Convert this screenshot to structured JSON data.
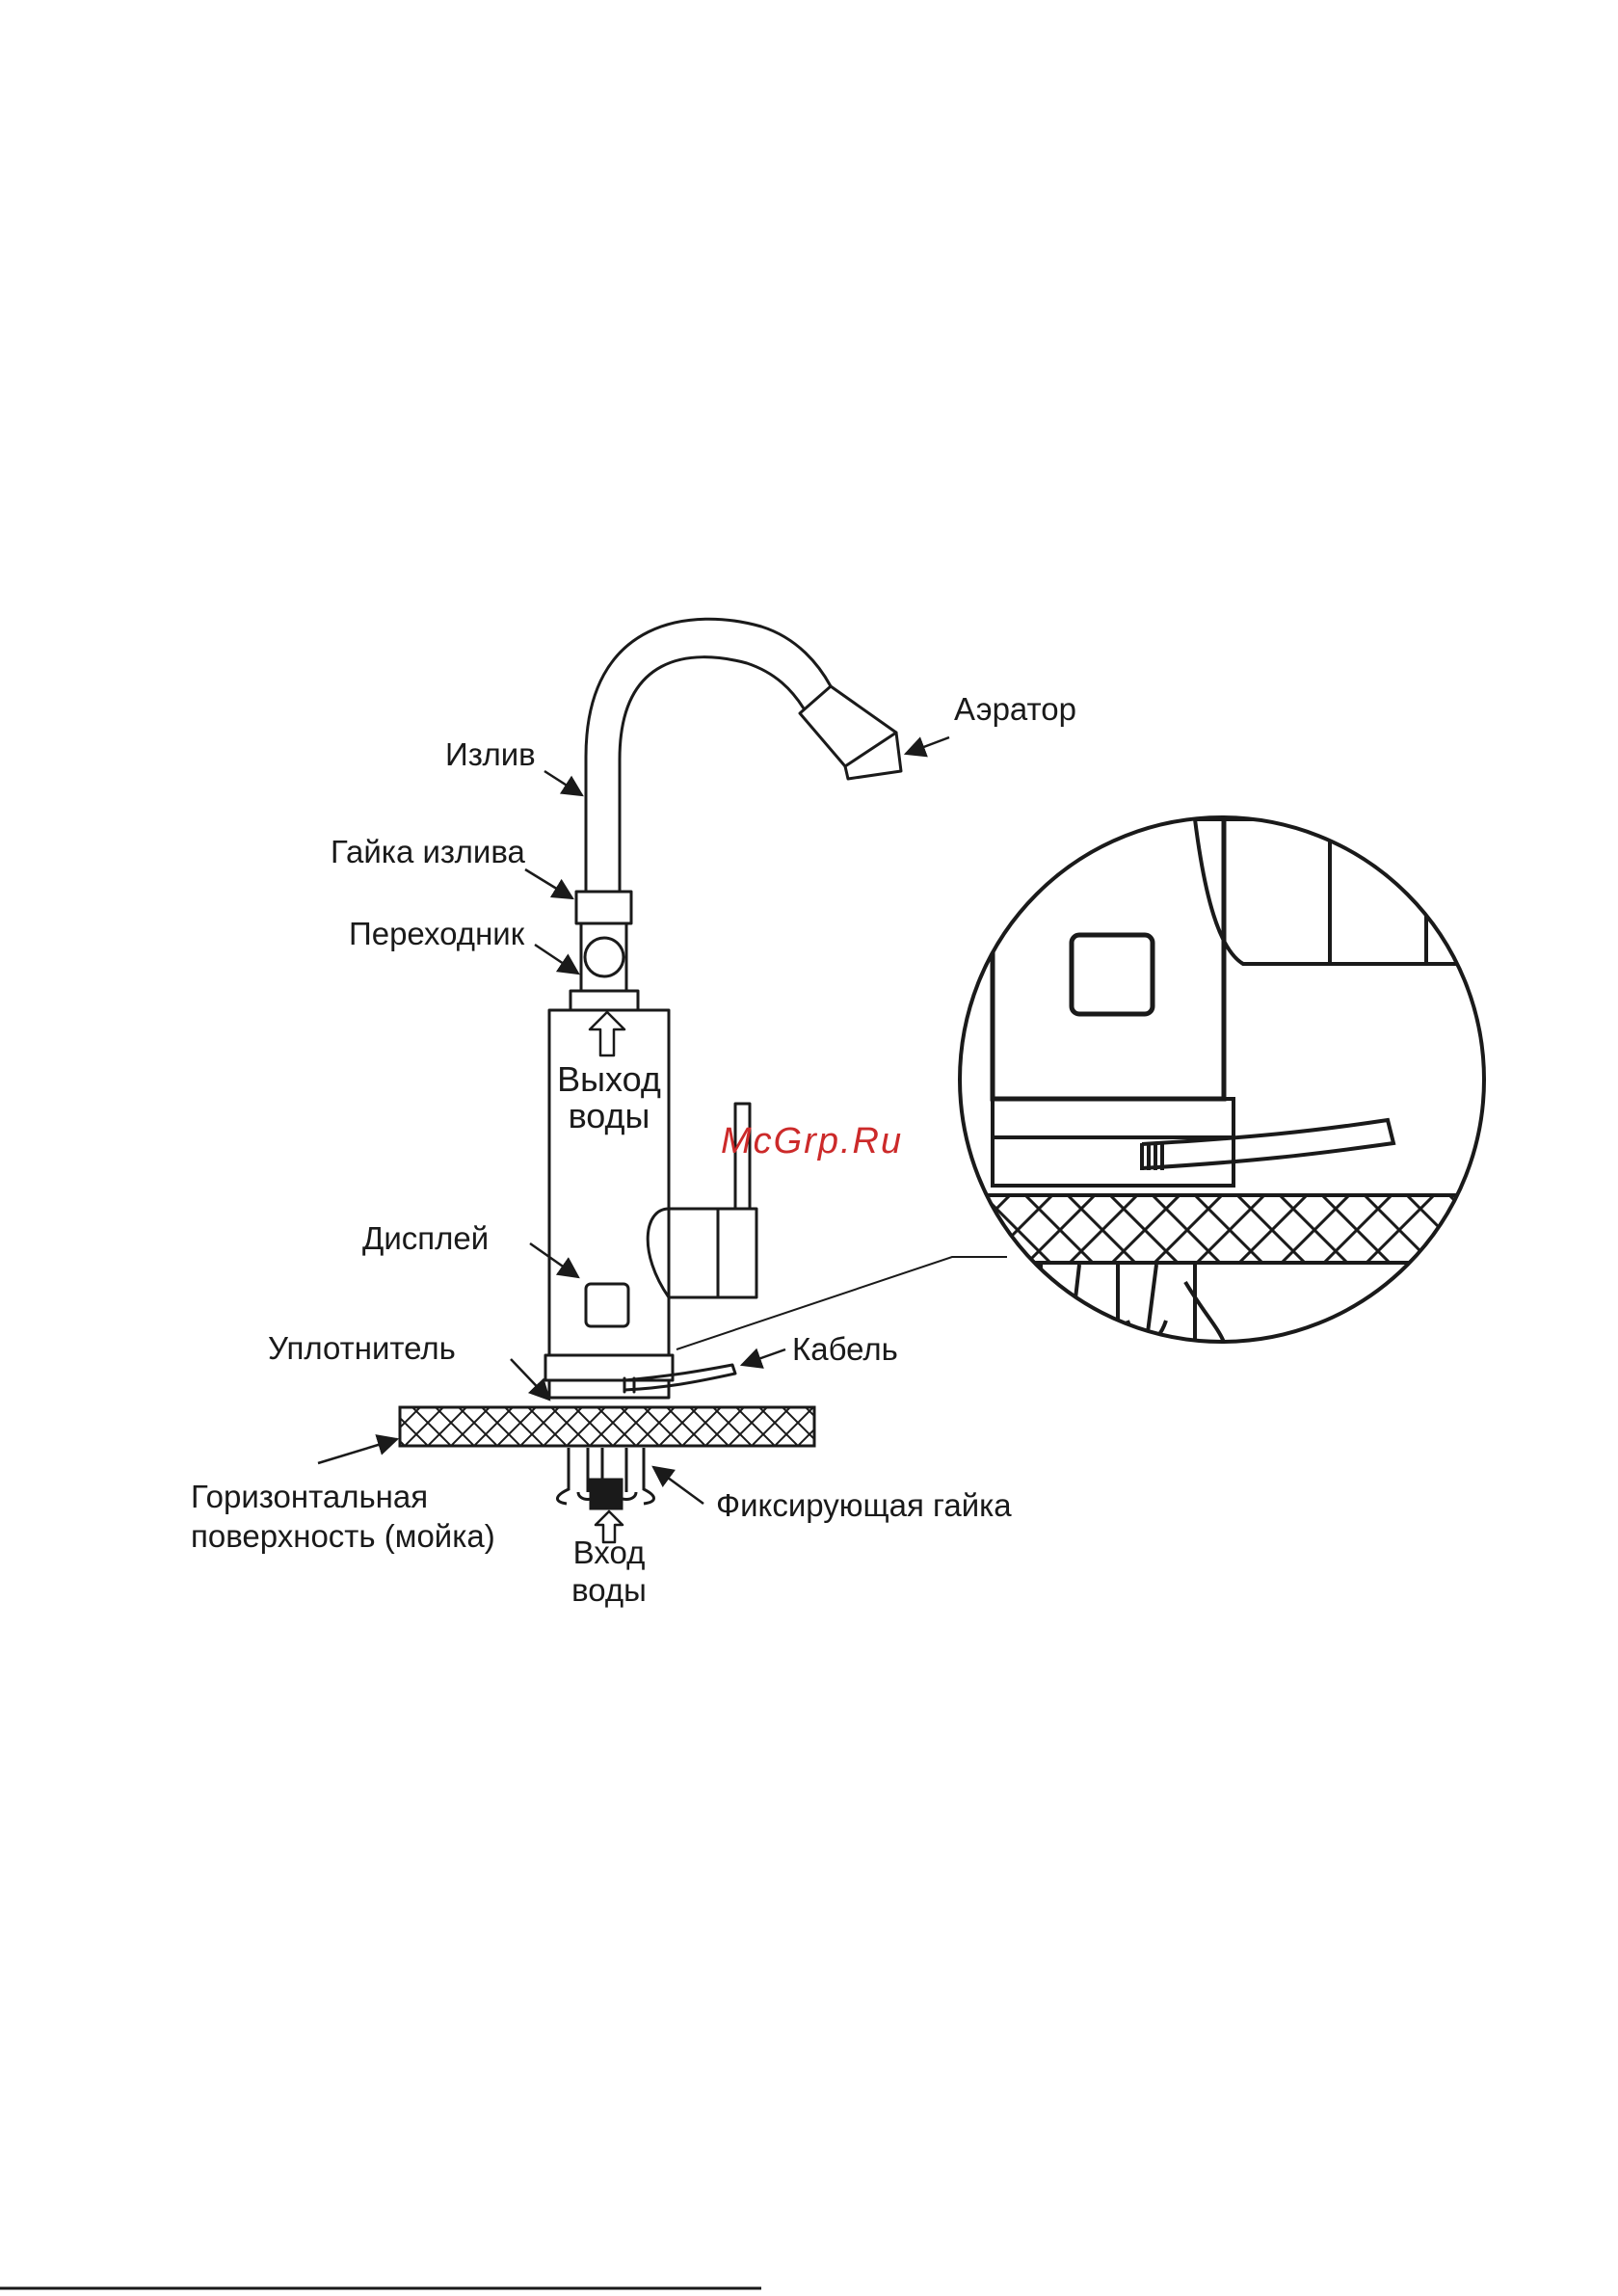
{
  "labels": {
    "aerator": "Аэратор",
    "spout": "Излив",
    "spout_nut": "Гайка излива",
    "adapter": "Переходник",
    "water_out_1": "Выход",
    "water_out_2": "воды",
    "display": "Дисплей",
    "seal": "Уплотнитель",
    "cable": "Кабель",
    "surface_1": "Горизонтальная",
    "surface_2": "поверхность (мойка)",
    "fixing_nut": "Фиксирующая гайка",
    "water_in_1": "Вход",
    "water_in_2": "воды"
  },
  "watermark": "McGrp.Ru",
  "colors": {
    "line": "#1a1a1a",
    "watermark": "#cc2a2a"
  },
  "icons": [
    "arrow-up-icon"
  ]
}
